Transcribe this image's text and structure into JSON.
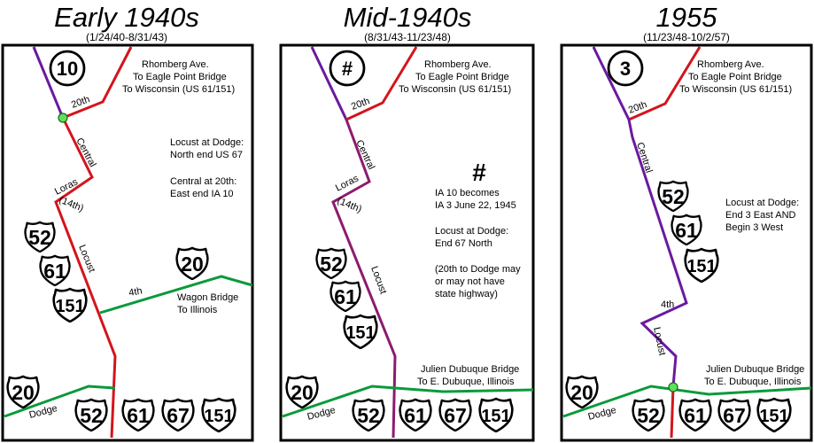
{
  "panels": [
    {
      "title": "Early 1940s",
      "dates": "(1/24/40-8/31/43)",
      "route_marker": "10",
      "colors": {
        "trunk": "#d4141c",
        "green": "#0a9a3a",
        "purple": "#6a1aa0"
      },
      "labels": {
        "rhomberg": [
          "Rhomberg Ave.",
          "To Eagle Point Bridge",
          "To Wisconsin (US 61/151)"
        ],
        "twentieth": "20th",
        "central": "Central",
        "loras": "Loras",
        "fourteenth": "(14th)",
        "locust": "Locust",
        "fourth": "4th",
        "dodge": "Dodge",
        "bridge": [
          "Wagon Bridge",
          "To Illinois"
        ],
        "notes": [
          "Locust at Dodge:",
          "North end US 67",
          "",
          "Central at 20th:",
          "East end IA 10"
        ]
      },
      "shields_left": [
        "52",
        "61",
        "151"
      ],
      "shield_right": "20",
      "shield_corner": "20",
      "shields_bottom": [
        "52",
        "61",
        "67",
        "151"
      ]
    },
    {
      "title": "Mid-1940s",
      "dates": "(8/31/43-11/23/48)",
      "route_marker": "#",
      "colors": {
        "trunk": "#d4141c",
        "green": "#0a9a3a",
        "purple": "#6a1aa0",
        "mixed": "#8e1a6e"
      },
      "labels": {
        "rhomberg": [
          "Rhomberg Ave.",
          "To Eagle Point Bridge",
          "To Wisconsin (US 61/151)"
        ],
        "twentieth": "20th",
        "central": "Central",
        "loras": "Loras",
        "fourteenth": "(14th)",
        "locust": "Locust",
        "dodge": "Dodge",
        "bridge": [
          "Julien Dubuque Bridge",
          "To E. Dubuque, Illinois"
        ],
        "hash": "#",
        "notes": [
          "IA 10 becomes",
          "IA 3 June 22, 1945",
          "",
          "Locust at Dodge:",
          "End 67 North",
          "",
          "(20th to Dodge may",
          "or may not have",
          "state highway)"
        ]
      },
      "shields_left": [
        "52",
        "61",
        "151"
      ],
      "shield_corner": "20",
      "shields_bottom": [
        "52",
        "61",
        "67",
        "151"
      ]
    },
    {
      "title": "1955",
      "dates": "(11/23/48-10/2/57)",
      "route_marker": "3",
      "colors": {
        "trunk": "#d4141c",
        "green": "#0a9a3a",
        "purple": "#6a1aa0"
      },
      "labels": {
        "rhomberg": [
          "Rhomberg Ave.",
          "To Eagle Point Bridge",
          "To Wisconsin (US 61/151)"
        ],
        "twentieth": "20th",
        "central": "Central",
        "fourth": "4th",
        "locust": "Locust",
        "dodge": "Dodge",
        "bridge": [
          "Julien Dubuque Bridge",
          "To E. Dubuque, Illinois"
        ],
        "notes": [
          "Locust at Dodge:",
          "End 3 East AND",
          "Begin 3 West"
        ]
      },
      "shields_mid": [
        "52",
        "61",
        "151"
      ],
      "shield_corner": "20",
      "shields_bottom": [
        "52",
        "61",
        "67",
        "151"
      ]
    }
  ]
}
